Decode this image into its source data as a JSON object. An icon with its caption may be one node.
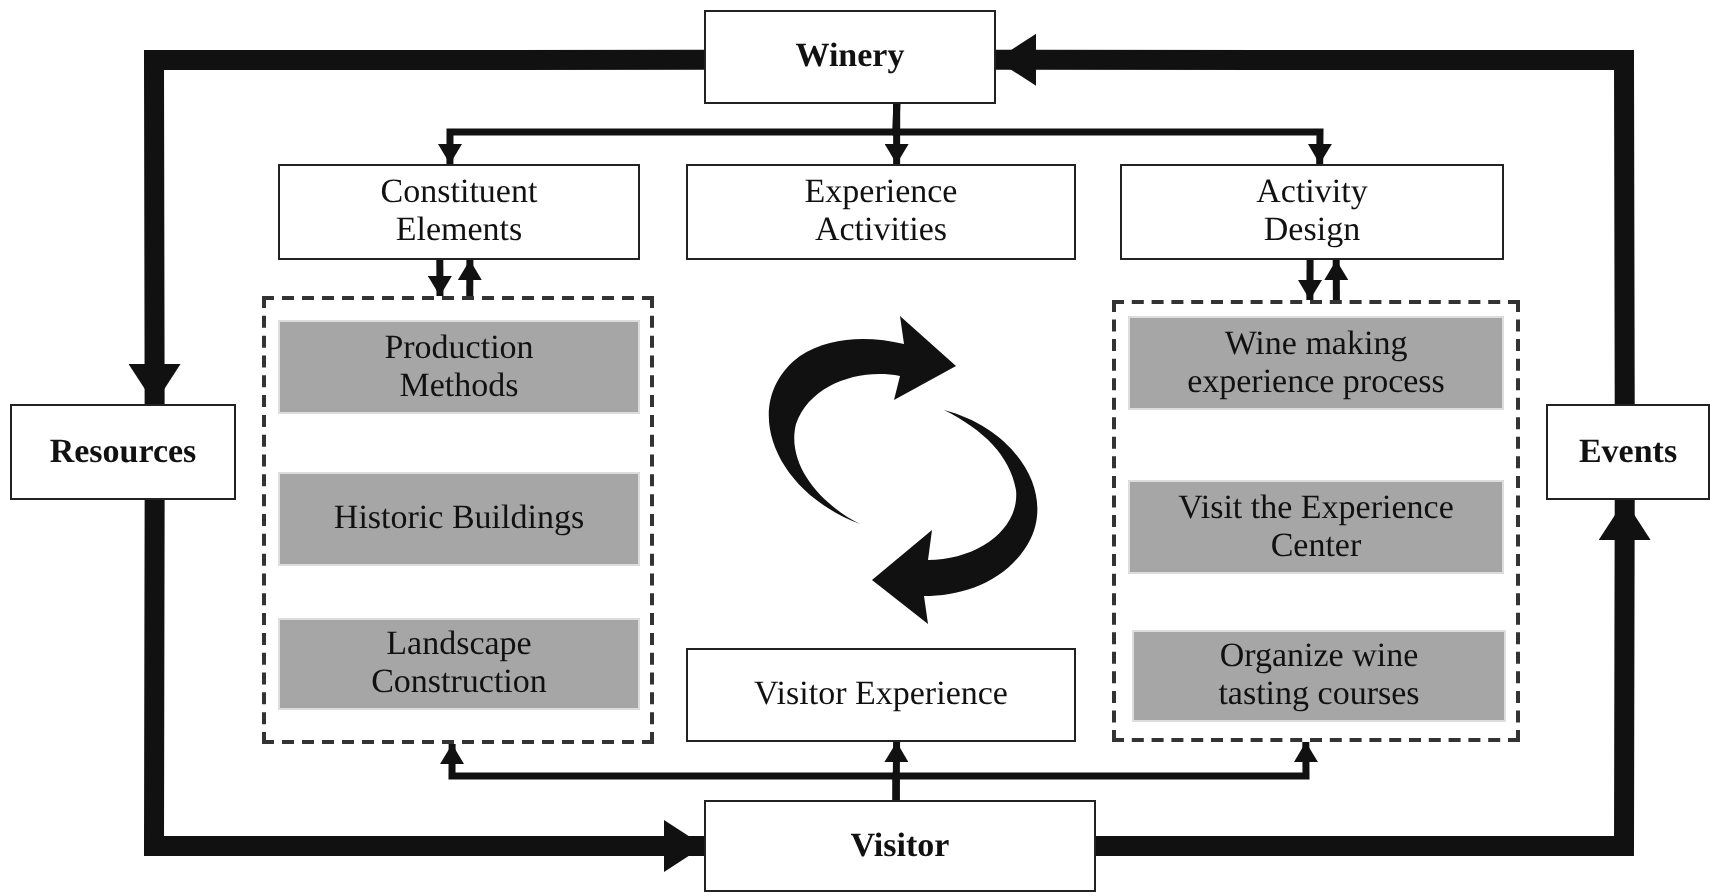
{
  "diagram": {
    "nodes": [
      {
        "text": [
          "Winery"
        ]
      },
      {
        "text": [
          "Resources"
        ]
      },
      {
        "text": [
          "Events"
        ]
      },
      {
        "text": [
          "Visitor"
        ]
      },
      {
        "text": [
          "Constituent Elements"
        ]
      },
      {
        "text": [
          "Experience Activities"
        ]
      },
      {
        "text": [
          "Activity Design"
        ]
      },
      {
        "text": [],
        "shape": "box"
      },
      {
        "text": [
          "Production Methods"
        ],
        "in": 7
      },
      {
        "text": [
          "Historic Buildings"
        ],
        "in": 7
      },
      {
        "text": [
          "Landscape Construction"
        ],
        "in": 7
      },
      {
        "text": [],
        "shape": "box"
      },
      {
        "text": [
          "Wine making experience process"
        ],
        "in": 11
      },
      {
        "text": [
          "Visit the Experience Center"
        ],
        "in": 11
      },
      {
        "text": [
          "Organize wine tasting courses"
        ],
        "in": 11
      },
      {
        "text": [
          "Visitor Experience"
        ]
      }
    ],
    "edges": [
      {
        "from": 0,
        "to": 1,
        "arrow": "to",
        "style": "thick"
      },
      {
        "from": 2,
        "to": 0,
        "arrow": "to",
        "style": "thick"
      },
      {
        "from": 1,
        "to": 3,
        "arrow": "to",
        "style": "thick"
      },
      {
        "from": 3,
        "to": 2,
        "arrow": "to",
        "style": "thick"
      },
      {
        "from": 0,
        "to": 4,
        "arrow": "to"
      },
      {
        "from": 0,
        "to": 5,
        "arrow": "to"
      },
      {
        "from": 0,
        "to": 6,
        "arrow": "to"
      },
      {
        "from": 4,
        "to": 7,
        "arrow": "to"
      },
      {
        "from": 7,
        "to": 4,
        "arrow": "to"
      },
      {
        "from": 6,
        "to": 11,
        "arrow": "to"
      },
      {
        "from": 11,
        "to": 6,
        "arrow": "to"
      },
      {
        "from": 3,
        "to": 7,
        "arrow": "to"
      },
      {
        "from": 3,
        "to": 15,
        "arrow": "to"
      },
      {
        "from": 3,
        "to": 11,
        "arrow": "to"
      }
    ]
  }
}
